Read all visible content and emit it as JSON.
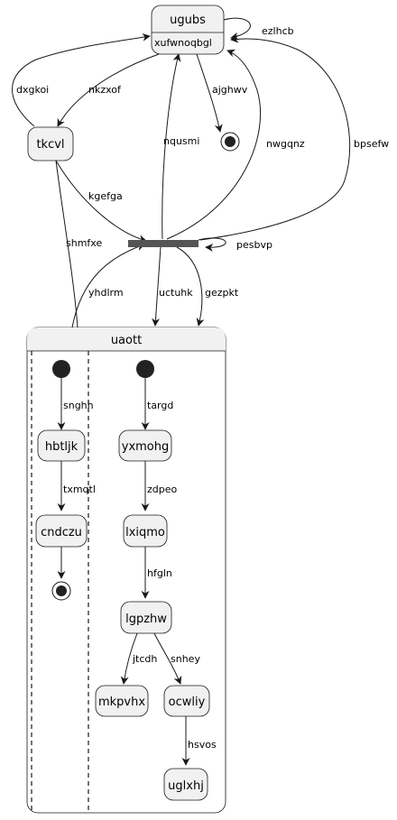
{
  "states": {
    "ugubs": {
      "name": "ugubs",
      "body": "xufwnoqbgl"
    },
    "tkcvl": "tkcvl",
    "uaott": "uaott",
    "hbtljk": "hbtljk",
    "cndczu": "cndczu",
    "yxmohg": "yxmohg",
    "lxiqmo": "lxiqmo",
    "lgpzhw": "lgpzhw",
    "mkpvhx": "mkpvhx",
    "ocwliy": "ocwliy",
    "uglxhj": "uglxhj"
  },
  "edges": {
    "ezlhcb": "ezlhcb",
    "dxgkoi": "dxgkoi",
    "nkzxof": "nkzxof",
    "ajghwv": "ajghwv",
    "nqusmi": "nqusmi",
    "nwgqnz": "nwgqnz",
    "bpsefw": "bpsefw",
    "kgefga": "kgefga",
    "shmfxe": "shmfxe",
    "pesbvp": "pesbvp",
    "yhdlrm": "yhdlrm",
    "uctuhk": "uctuhk",
    "gezpkt": "gezpkt",
    "snghh": "snghh",
    "txmqtl": "txmqtl",
    "targd": "targd",
    "zdpeo": "zdpeo",
    "hfgln": "hfgln",
    "jtcdh": "jtcdh",
    "snhey": "snhey",
    "hsvos": "hsvos"
  },
  "colors": {
    "node_fill": "#f1f1f1",
    "stroke": "#181818",
    "fork_bar": "#555555"
  }
}
